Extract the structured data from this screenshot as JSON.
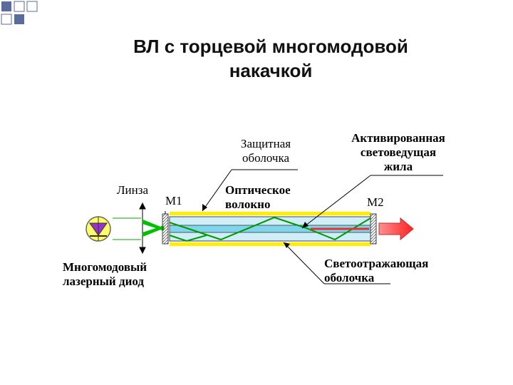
{
  "slide": {
    "title_line1": "ВЛ с торцевой многомодовой",
    "title_line2": "накачкой"
  },
  "labels": {
    "protective_cladding_1": "Защитная",
    "protective_cladding_2": "оболочка",
    "active_core_1": "Активированная",
    "active_core_2": "световедущая",
    "active_core_3": "жила",
    "lens": "Линза",
    "mirror1": "M1",
    "optical_fiber_1": "Оптическое",
    "optical_fiber_2": "волокно",
    "mirror2": "M2",
    "diode_1": "Многомодовый",
    "diode_2": "лазерный диод",
    "reflective_cladding_1": "Светоотражающая",
    "reflective_cladding_2": "оболочка"
  },
  "colors": {
    "title": "#111111",
    "deco_squares": "#5b6b9b",
    "cladding_yellow": "#ffee00",
    "fiber_fill": "#cfeef7",
    "core_fill": "#7fd6ec",
    "ray_green": "#009a00",
    "lens_green": "#00c000",
    "signal_red": "#e83030",
    "arrow_fill": "#ff4040",
    "diode_circle": "#ffff66",
    "diode_triangle": "#9933cc"
  }
}
